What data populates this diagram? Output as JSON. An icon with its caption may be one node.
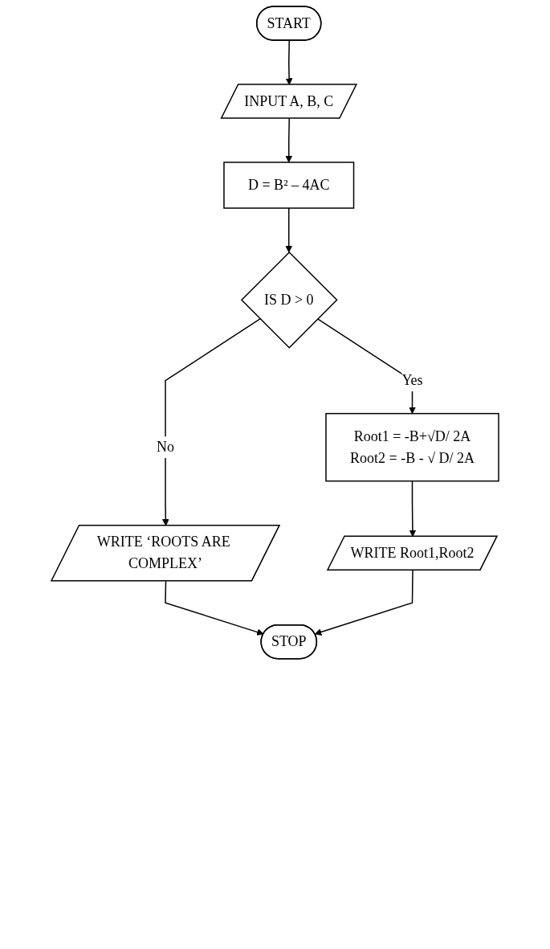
{
  "diagram": {
    "nodes": [
      {
        "text": [
          "START"
        ]
      },
      {
        "text": [
          "INPUT A, B, C"
        ]
      },
      {
        "text": [
          "D = B² – 4AC"
        ]
      },
      {
        "text": [
          "IS D > 0"
        ]
      },
      {
        "text": [
          "WRITE ‘ROOTS ARE COMPLEX’"
        ]
      },
      {
        "text": [
          "Root1 = -B+√D/ 2A",
          "Root2 = -B - √ D/ 2A"
        ]
      },
      {
        "text": [
          "WRITE Root1,Root2"
        ]
      },
      {
        "text": [
          "STOP"
        ]
      }
    ],
    "edges": [
      {
        "from": 0,
        "to": 1,
        "arrow": "to"
      },
      {
        "from": 1,
        "to": 2,
        "arrow": "to"
      },
      {
        "from": 2,
        "to": 3,
        "arrow": "to"
      },
      {
        "from": 3,
        "to": 4,
        "arrow": "to",
        "label": "No"
      },
      {
        "from": 3,
        "to": 5,
        "arrow": "to",
        "label": "Yes"
      },
      {
        "from": 5,
        "to": 6,
        "arrow": "to"
      },
      {
        "from": 4,
        "to": 7,
        "arrow": "to"
      },
      {
        "from": 6,
        "to": 7,
        "arrow": "to"
      }
    ]
  }
}
